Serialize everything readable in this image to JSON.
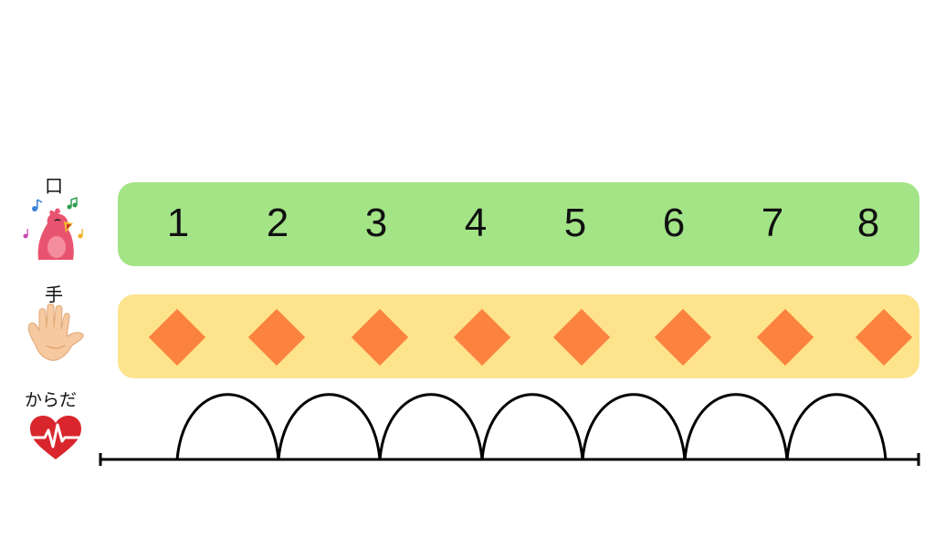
{
  "rows": {
    "mouth": {
      "label": "口",
      "icon": "singing-bird-icon"
    },
    "hand": {
      "label": "手",
      "icon": "open-hand-icon"
    },
    "body": {
      "label": "からだ",
      "icon": "heartbeat-heart-icon"
    }
  },
  "counts": [
    "1",
    "2",
    "3",
    "4",
    "5",
    "6",
    "7",
    "8"
  ],
  "colors": {
    "mouth_band": "#a3e487",
    "hand_band": "#fde38c",
    "diamond": "#fb823f",
    "bird": "#e8546f",
    "heart": "#d9262c",
    "hand_skin": "#f6c9a0",
    "line": "#000000"
  }
}
